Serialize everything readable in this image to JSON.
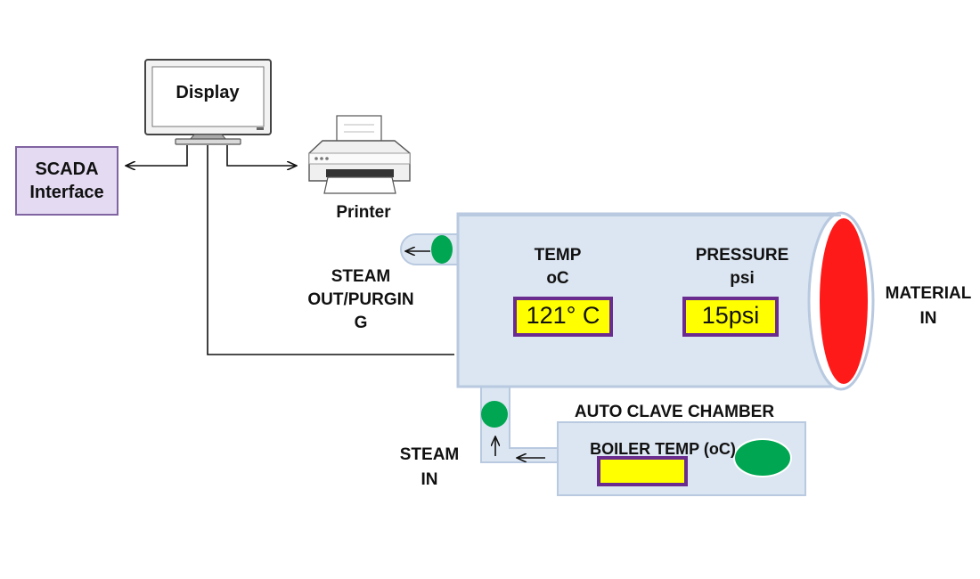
{
  "display": {
    "label": "Display"
  },
  "scada": {
    "line1": "SCADA",
    "line2": "Interface"
  },
  "printer": {
    "label": "Printer"
  },
  "steam_out": {
    "line1": "STEAM",
    "line2": "OUT/PURGIN",
    "line3": "G"
  },
  "steam_in": {
    "line1": "STEAM",
    "line2": "IN"
  },
  "chamber": {
    "temp_label_1": "TEMP",
    "temp_label_2": "oC",
    "temp_value": "121° C",
    "pressure_label_1": "PRESSURE",
    "pressure_label_2": "psi",
    "pressure_value": "15psi"
  },
  "material_in": {
    "line1": "MATERIAL",
    "line2": "IN"
  },
  "autoclave": {
    "title": "AUTO CLAVE CHAMBER"
  },
  "boiler": {
    "label": "BOILER TEMP (oC)",
    "value": ""
  },
  "colors": {
    "chamber_fill": "#dce6f2",
    "chamber_stroke": "#b8c9e0",
    "lcd_fill": "#ffff00",
    "lcd_border": "#6a2c8f",
    "valve_green": "#00a651",
    "door_red": "#ff1a1a",
    "scada_fill": "#e4dbf3",
    "scada_border": "#8064a2"
  }
}
